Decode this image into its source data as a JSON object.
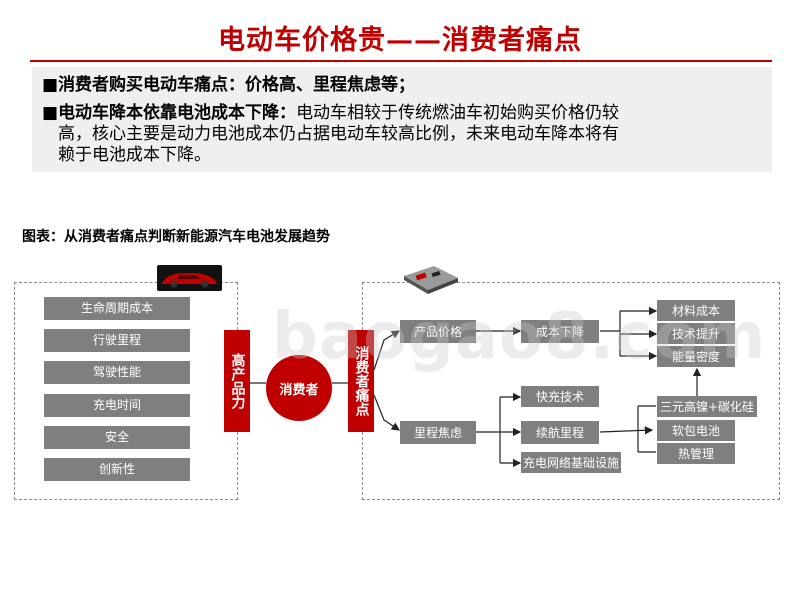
{
  "title": "电动车价格贵——消费者痛点",
  "points": [
    {
      "bullet": "■",
      "bold": "消费者购买电动车痛点：价格高、里程焦虑等；",
      "rest": ""
    },
    {
      "bullet": "■",
      "bold": "电动车降本依靠电池成本下降：",
      "rest": "电动车相较于传统燃油车初始购买价格仍较",
      "rest2": "高，核心主要是动力电池成本仍占据电动车较高比例，未来电动车降本将有",
      "rest3": "赖于电池成本下降。"
    }
  ],
  "caption": "图表：从消费者痛点判断新能源汽车电池发展趋势",
  "left_items": [
    "生命周期成本",
    "行驶里程",
    "驾驶性能",
    "充电时间",
    "安全",
    "创新性"
  ],
  "product_power": "高产品力",
  "consumer": "消费者",
  "pain_point": "消费者痛点",
  "flow": {
    "product_price": "产品价格",
    "cost_down": "成本下降",
    "material_cost": "材料成本",
    "tech_up": "技术提升",
    "energy_density": "能量密度",
    "range_anxiety": "里程焦虑",
    "fast_charge": "快充技术",
    "endurance": "续航里程",
    "charging_infra": "充电网络基础设施",
    "ternary": "三元高镍+碳化硅",
    "soft_pack": "软包电池",
    "thermal": "热管理"
  },
  "watermark": "baogao8.com",
  "colors": {
    "accent": "#c00000",
    "box": "#7f7f7f",
    "panel": "#efefef"
  }
}
